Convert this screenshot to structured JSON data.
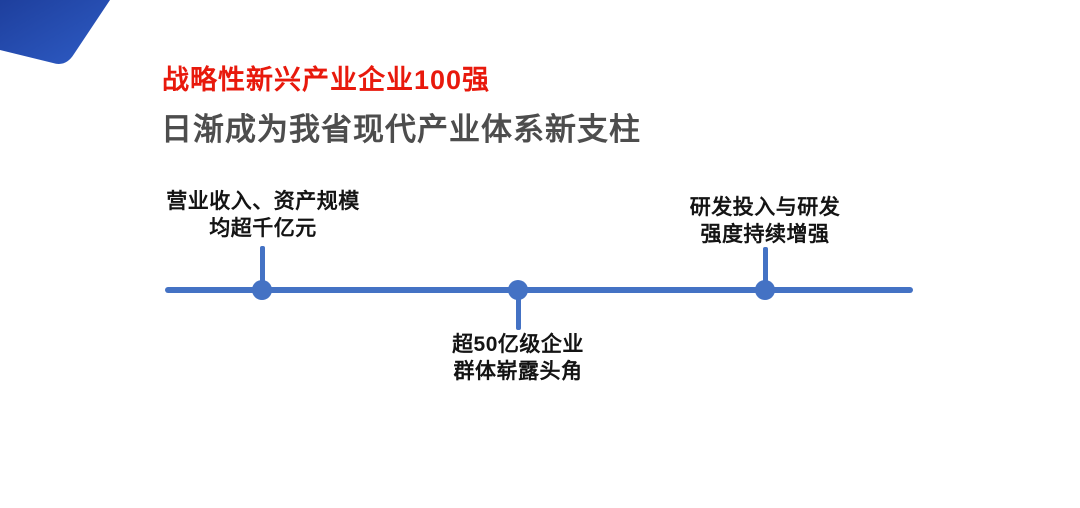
{
  "slide": {
    "title": "战略性新兴产业企业100强",
    "subtitle": "日渐成为我省现代产业体系新支柱",
    "decoration": {
      "corner_shape": "blue-rounded-diamond"
    },
    "colors": {
      "title_red": "#E8190C",
      "subtitle_gray": "#4D4D4D",
      "timeline_blue": "#4472C4",
      "corner_blue_dark": "#1E3F9D",
      "corner_blue_light": "#2E5CC5",
      "label_black": "#141414",
      "background": "#FFFFFF"
    },
    "timeline": {
      "milestones": [
        {
          "position": "above",
          "line1": "营业收入、资产规模",
          "line2": "均超千亿元"
        },
        {
          "position": "below",
          "line1": "超50亿级企业",
          "line2": "群体崭露头角"
        },
        {
          "position": "above",
          "line1": "研发投入与研发",
          "line2": "强度持续增强"
        }
      ]
    }
  }
}
